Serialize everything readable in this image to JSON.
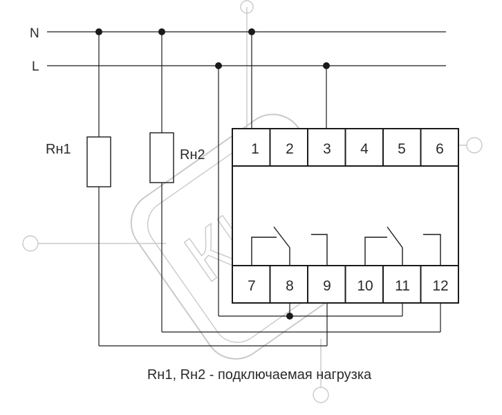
{
  "lines": {
    "n": "N",
    "l": "L"
  },
  "loads": {
    "rh1": "Rн1",
    "rh2": "Rн2"
  },
  "terminals": {
    "top": [
      "1",
      "2",
      "3",
      "4",
      "5",
      "6"
    ],
    "bottom": [
      "7",
      "8",
      "9",
      "10",
      "11",
      "12"
    ]
  },
  "watermark": "ККЦ",
  "caption": "Rн1, Rн2 - подключаемая нагрузка",
  "colors": {
    "ink": "#1a1a1a",
    "watermark": "#c9c9c9",
    "background": "#ffffff"
  }
}
